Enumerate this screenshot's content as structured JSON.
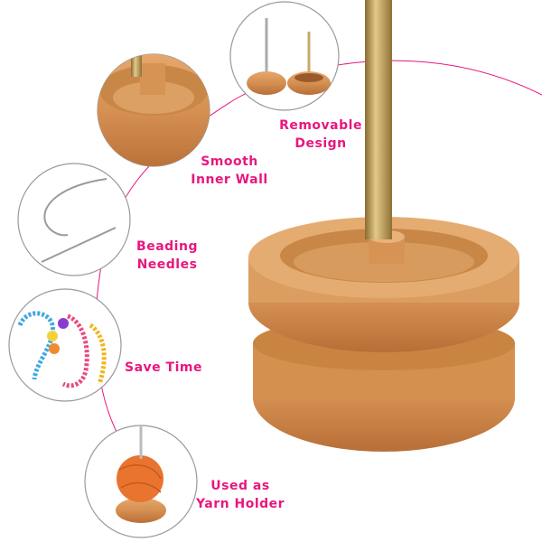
{
  "features": [
    {
      "line1": "Removable",
      "line2": "Design"
    },
    {
      "line1": "Smooth",
      "line2": "Inner Wall"
    },
    {
      "line1": "Beading",
      "line2": "Needles"
    },
    {
      "line1": "Save Time",
      "line2": ""
    },
    {
      "line1": "Used as",
      "line2": "Yarn Holder"
    }
  ],
  "colors": {
    "accent": "#e8177f",
    "wood": "#d9955a",
    "rod": "#c9a968"
  }
}
